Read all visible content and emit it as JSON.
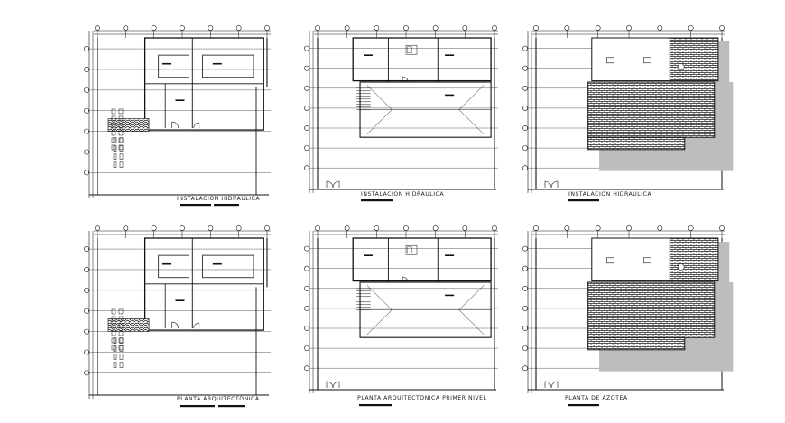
{
  "sheet": {
    "plans": [
      {
        "caption": "INSTALACIÓN HIDRAULICA",
        "kind": "ground",
        "roof": false
      },
      {
        "caption": "INSTALACION HIDRAULICA",
        "kind": "upper",
        "roof": false
      },
      {
        "caption": "INSTALACION HIDRAULICA",
        "kind": "roof",
        "roof": true
      },
      {
        "caption": "PLANTA ARQUITECTÓNICA",
        "kind": "ground",
        "roof": false
      },
      {
        "caption": "PLANTA ARQUITECTONICA PRIMER NIVEL",
        "kind": "upper",
        "roof": false
      },
      {
        "caption": "PLANTA DE AZOTEA",
        "kind": "roof",
        "roof": true
      }
    ],
    "colors": {
      "line": "#111111",
      "hatch": "#333333",
      "shadow": "#bdbdbd",
      "background": "#ffffff"
    }
  }
}
